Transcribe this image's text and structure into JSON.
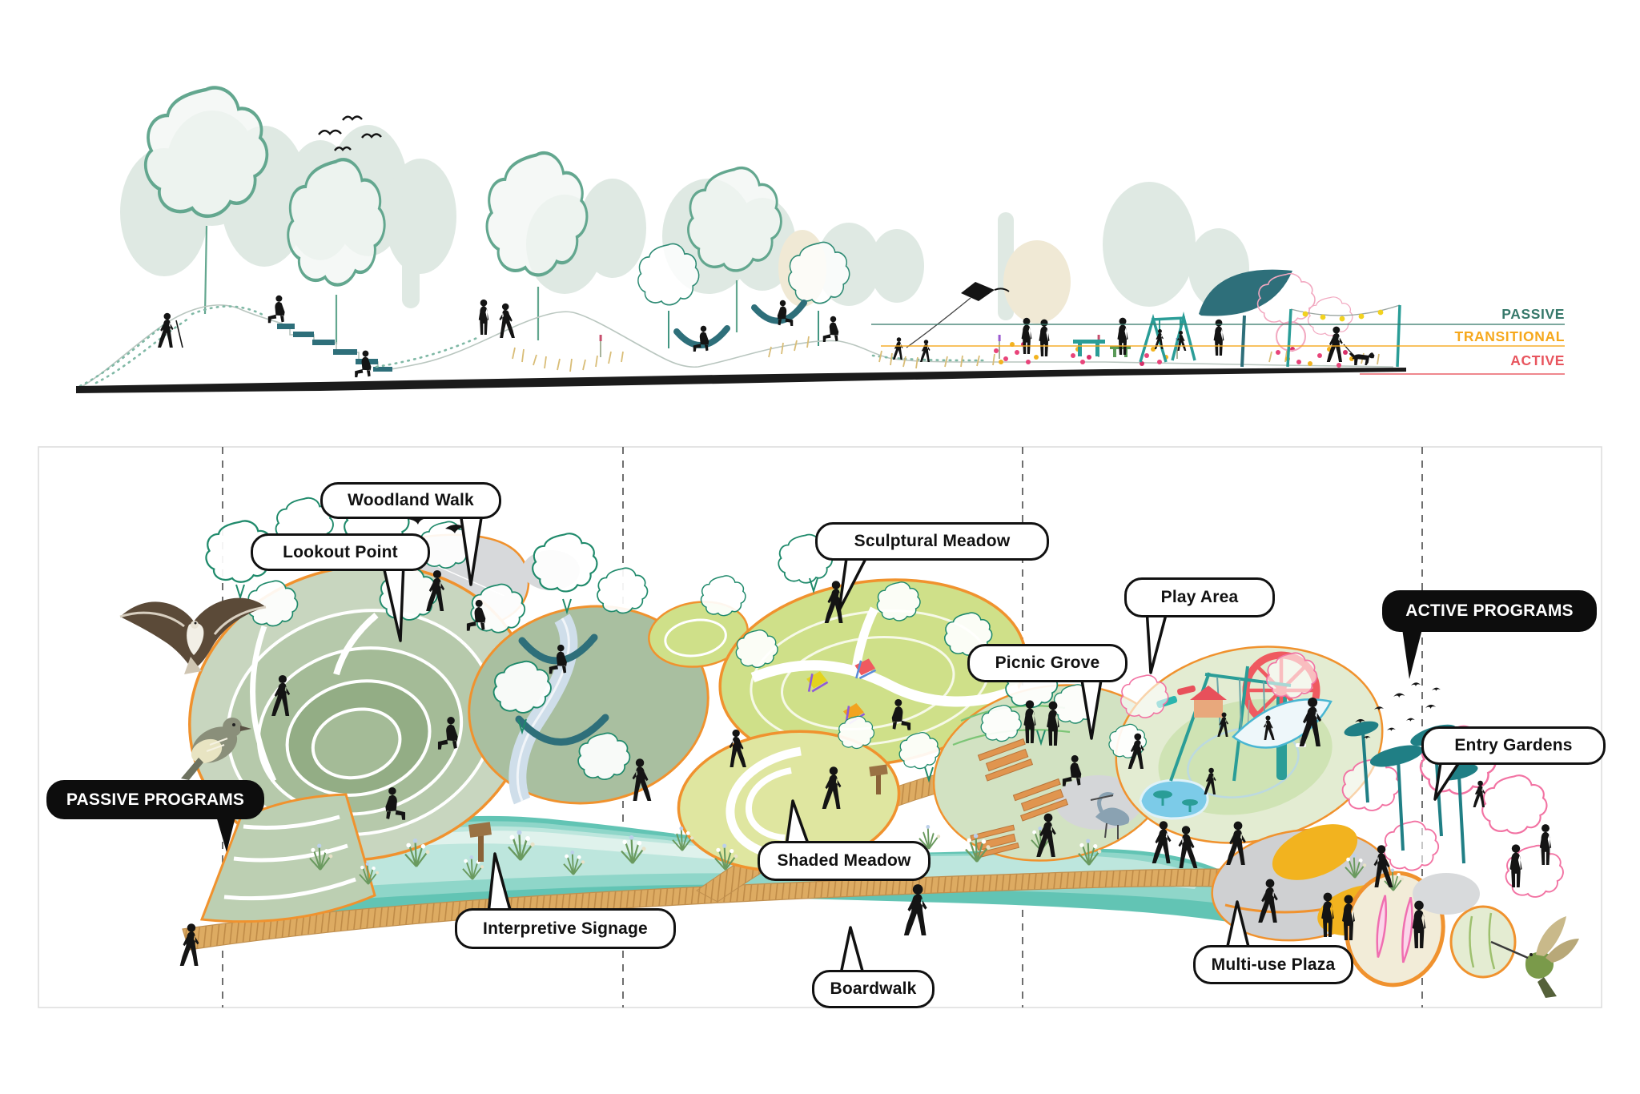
{
  "elevation": {
    "legend": [
      {
        "label": "PASSIVE",
        "color": "#37796b"
      },
      {
        "label": "TRANSITIONAL",
        "color": "#f6a81c"
      },
      {
        "label": "ACTIVE",
        "color": "#e8555e"
      }
    ]
  },
  "plan": {
    "callouts": [
      {
        "id": "woodland-walk",
        "label": "Woodland Walk",
        "variant": "light"
      },
      {
        "id": "lookout-point",
        "label": "Lookout Point",
        "variant": "light"
      },
      {
        "id": "sculptural-meadow",
        "label": "Sculptural Meadow",
        "variant": "light"
      },
      {
        "id": "play-area",
        "label": "Play Area",
        "variant": "light"
      },
      {
        "id": "active-programs",
        "label": "ACTIVE PROGRAMS",
        "variant": "dark"
      },
      {
        "id": "picnic-grove",
        "label": "Picnic Grove",
        "variant": "light"
      },
      {
        "id": "entry-gardens",
        "label": "Entry Gardens",
        "variant": "light"
      },
      {
        "id": "passive-programs",
        "label": "PASSIVE PROGRAMS",
        "variant": "dark"
      },
      {
        "id": "shaded-meadow",
        "label": "Shaded Meadow",
        "variant": "light"
      },
      {
        "id": "interpretive-signage",
        "label": "Interpretive Signage",
        "variant": "light"
      },
      {
        "id": "boardwalk",
        "label": "Boardwalk",
        "variant": "light"
      },
      {
        "id": "multi-use-plaza",
        "label": "Multi-use Plaza",
        "variant": "light"
      }
    ]
  },
  "colors": {
    "passive": "#37796b",
    "transitional": "#f6a81c",
    "active": "#e8555e",
    "orange_rim": "#f0922e",
    "water": "#8fd6c9",
    "boardwalk_wood": "#dcaa60",
    "tree_outline": "#1f8a6b",
    "pink_tree": "#f273a3",
    "play_red": "#ef5a60",
    "structure_teal": "#2a9d97",
    "dark_teal": "#2e6f7a"
  }
}
